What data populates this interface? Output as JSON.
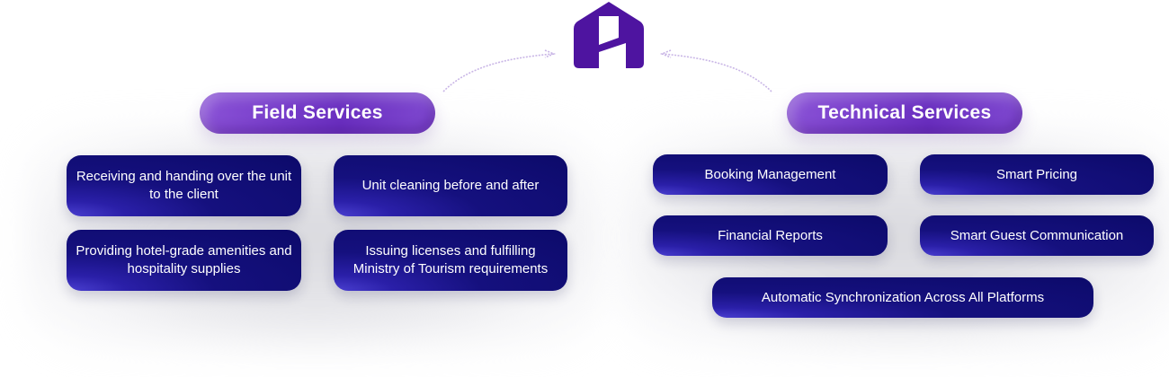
{
  "brand": {
    "logo_icon": "h-house-logo-icon",
    "logo_color": "#4e14a0",
    "accent_purple": "#7a40cc",
    "card_navy": "#0c0a6a"
  },
  "field_services": {
    "title": "Field Services",
    "items": [
      "Receiving and handing over the unit to the client",
      "Unit cleaning before and after",
      "Providing hotel-grade amenities and hospitality supplies",
      "Issuing licenses and fulfilling Ministry of Tourism requirements"
    ]
  },
  "technical_services": {
    "title": "Technical Services",
    "items": [
      "Booking Management",
      "Smart Pricing",
      "Financial Reports",
      "Smart Guest Communication",
      "Automatic Synchronization Across All Platforms"
    ]
  }
}
